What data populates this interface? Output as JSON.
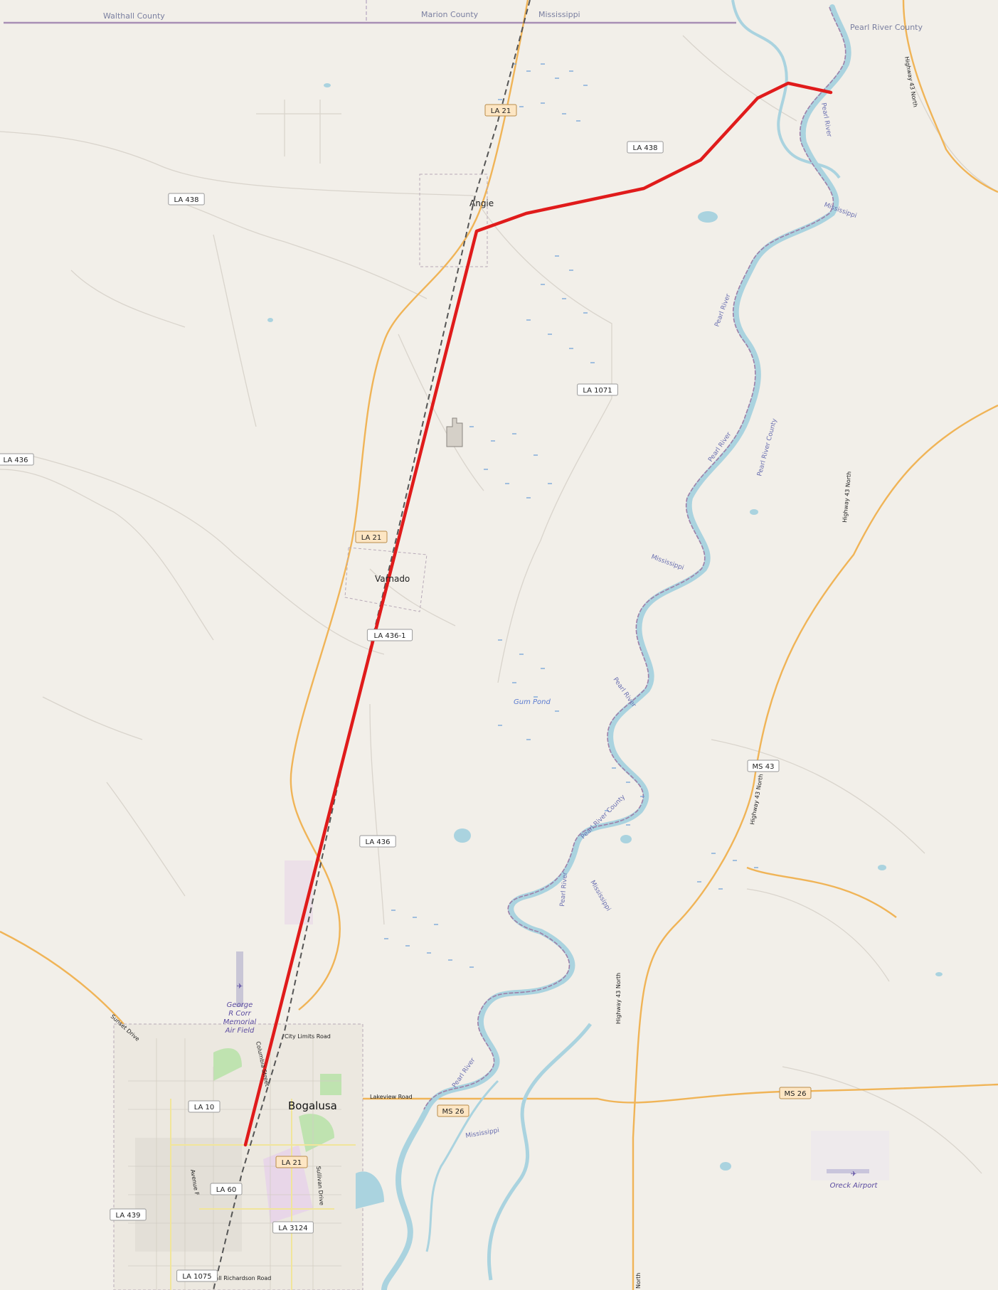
{
  "counties": [
    {
      "id": "walthall",
      "name": "Walthall County"
    },
    {
      "id": "marion",
      "name": "Marion County"
    },
    {
      "id": "mississippi-top",
      "name": "Mississippi"
    },
    {
      "id": "pearl-river",
      "name": "Pearl River County"
    }
  ],
  "places": {
    "angie": "Angie",
    "varnado": "Varnado",
    "bogalusa": "Bogalusa"
  },
  "water": {
    "gum_pond": "Gum Pond"
  },
  "river_labels": [
    "Pearl River",
    "Mississippi",
    "Pearl River",
    "Pearl River County",
    "Pearl River",
    "Mississippi",
    "Pearl River",
    "Pearl River County",
    "Pearl River",
    "Mississippi",
    "Pearl River",
    "Mississippi"
  ],
  "airports": {
    "george_r_corr": [
      "George",
      "R Corr",
      "Memorial",
      "Air Field"
    ],
    "oreck": "Oreck Airport"
  },
  "shields": [
    "LA 21",
    "LA 438",
    "LA 438",
    "LA 436",
    "LA 1071",
    "LA 21",
    "LA 436-1",
    "LA 436",
    "MS 43",
    "LA 10",
    "MS 26",
    "MS 26",
    "LA 21",
    "LA 60",
    "LA 439",
    "LA 3124",
    "LA 1075"
  ],
  "road_names": {
    "city_limits": "City Limits Road",
    "lakeview": "Lakeview Road",
    "marshall": "Marshall Richardson Road",
    "sunset": "Sunset Drive",
    "hwy43_a": "Highway 43 North",
    "hwy43_b": "Highway 43 North",
    "hwy43_c": "Highway 43 North",
    "hwy43_d": "Highway 43 North",
    "hwy43_e": "North",
    "sullivan": "Sullivan Drive",
    "avenue_f": "Avenue F",
    "columbia": "Columbia Street"
  },
  "colors": {
    "land": "#f2efe9",
    "river": "#aad3df",
    "boundary": "#9e7fa8",
    "major_road": "#f0b457",
    "route": "#e01b1b"
  }
}
